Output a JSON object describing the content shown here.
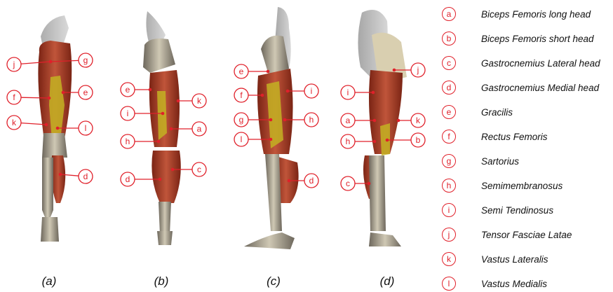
{
  "legend": [
    {
      "key": "a",
      "name": "Biceps Femoris long head"
    },
    {
      "key": "b",
      "name": "Biceps Femoris short head"
    },
    {
      "key": "c",
      "name": "Gastrocnemius Lateral head"
    },
    {
      "key": "d",
      "name": "Gastrocnemius Medial head"
    },
    {
      "key": "e",
      "name": "Gracilis"
    },
    {
      "key": "f",
      "name": "Rectus Femoris"
    },
    {
      "key": "g",
      "name": "Sartorius"
    },
    {
      "key": "h",
      "name": "Semimembranosus"
    },
    {
      "key": "i",
      "name": "Semi Tendinosus"
    },
    {
      "key": "j",
      "name": "Tensor Fasciae Latae"
    },
    {
      "key": "k",
      "name": "Vastus Lateralis"
    },
    {
      "key": "l",
      "name": "Vastus Medialis"
    }
  ],
  "captions": [
    "(a)",
    "(b)",
    "(c)",
    "(d)"
  ],
  "panels": [
    {
      "caption": "(a)",
      "markers": [
        "j",
        "g",
        "f",
        "e",
        "k",
        "l",
        "d"
      ]
    },
    {
      "caption": "(b)",
      "markers": [
        "e",
        "k",
        "i",
        "a",
        "h",
        "d",
        "c"
      ]
    },
    {
      "caption": "(c)",
      "markers": [
        "e",
        "f",
        "i",
        "g",
        "h",
        "l",
        "d"
      ]
    },
    {
      "caption": "(d)",
      "markers": [
        "j",
        "i",
        "a",
        "k",
        "h",
        "b",
        "c"
      ]
    }
  ],
  "colors": {
    "marker": "#e0202a",
    "muscle_red": "#b5432c",
    "muscle_yellow": "#c3b222",
    "bone": "#cfc8b4",
    "pelvis_ghost": "#a8a8a8"
  }
}
